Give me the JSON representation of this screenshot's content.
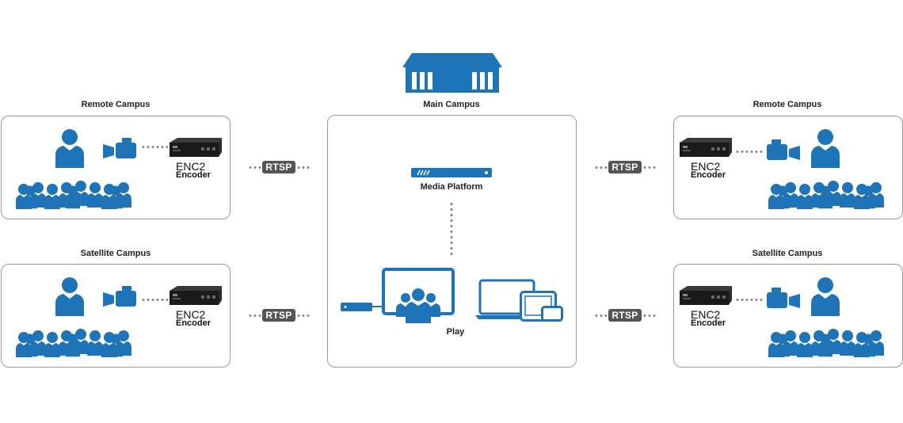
{
  "colors": {
    "accent": "#1f73b7",
    "border": "#9a9a9a",
    "badge": "#555555",
    "dots": "#8a8a8a"
  },
  "main": {
    "title": "Main Campus",
    "media_platform": "Media Platform",
    "play": "Play"
  },
  "remote_left": {
    "title": "Remote Campus",
    "encoder_name": "ENC2",
    "encoder_sub": "Encoder"
  },
  "satellite_left": {
    "title": "Satellite Campus",
    "encoder_name": "ENC2",
    "encoder_sub": "Encoder"
  },
  "remote_right": {
    "title": "Remote Campus",
    "encoder_name": "ENC2",
    "encoder_sub": "Encoder"
  },
  "satellite_right": {
    "title": "Satellite Campus",
    "encoder_name": "ENC2",
    "encoder_sub": "Encoder"
  },
  "links": {
    "protocol": "RTSP"
  },
  "icons": [
    "building-icon",
    "presenter-icon",
    "video-camera-icon",
    "encoder-device-icon",
    "audience-icon",
    "media-platform-server-icon",
    "set-top-box-icon",
    "display-screen-icon",
    "laptop-icon",
    "tablet-icon",
    "phone-icon"
  ]
}
